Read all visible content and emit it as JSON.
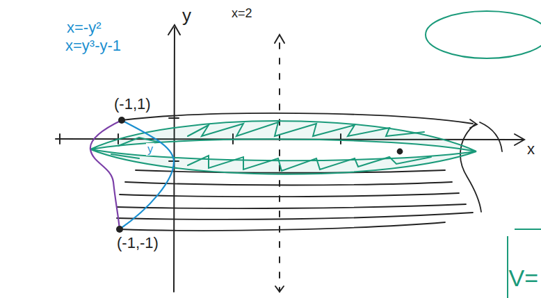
{
  "diagram": {
    "labels": [
      "x=-y²",
      "x=y³-y-1",
      "y",
      "x=2",
      "(-1,1)",
      "y",
      "(-1,-1)",
      "x",
      "V="
    ]
  }
}
